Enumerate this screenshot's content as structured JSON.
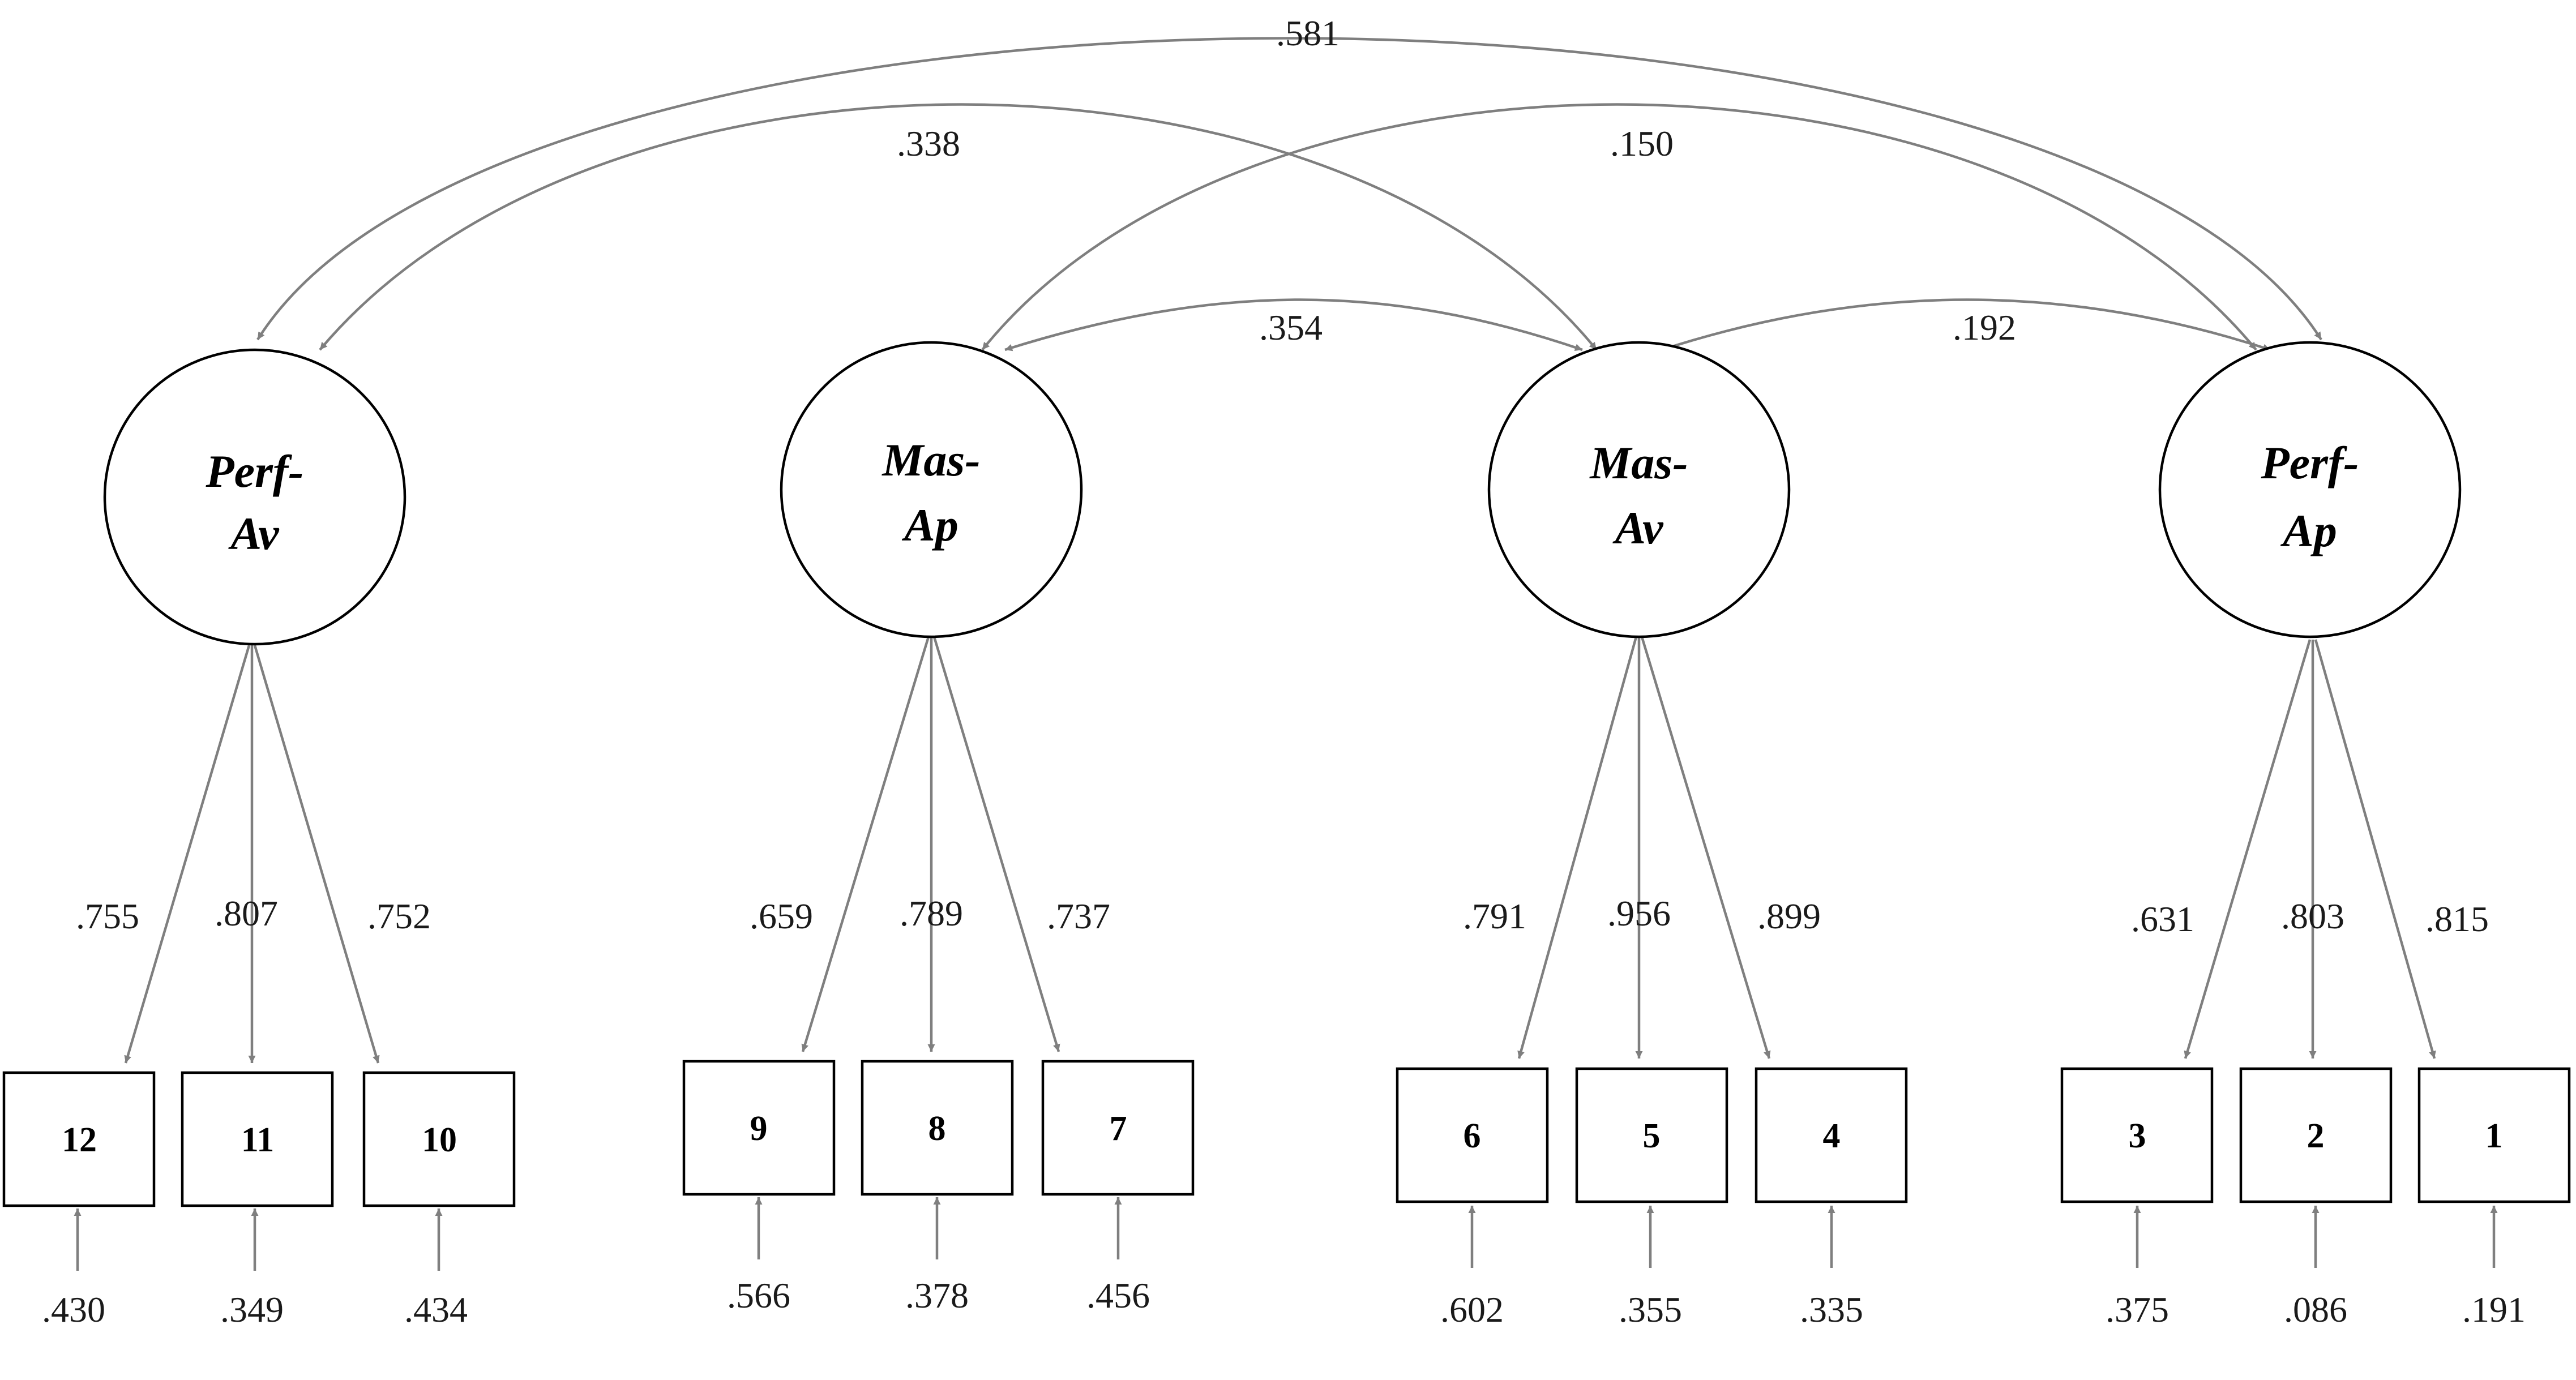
{
  "latents": [
    {
      "id": "perf-av",
      "label_top": "Perf-",
      "label_bottom": "Av"
    },
    {
      "id": "mas-ap",
      "label_top": "Mas-",
      "label_bottom": "Ap"
    },
    {
      "id": "mas-av",
      "label_top": "Mas-",
      "label_bottom": "Av"
    },
    {
      "id": "perf-ap",
      "label_top": "Perf-",
      "label_bottom": "Ap"
    }
  ],
  "indicators": [
    {
      "label": "12",
      "loading": ".755",
      "error": ".430"
    },
    {
      "label": "11",
      "loading": ".807",
      "error": ".349"
    },
    {
      "label": "10",
      "loading": ".752",
      "error": ".434"
    },
    {
      "label": "9",
      "loading": ".659",
      "error": ".566"
    },
    {
      "label": "8",
      "loading": ".789",
      "error": ".378"
    },
    {
      "label": "7",
      "loading": ".737",
      "error": ".456"
    },
    {
      "label": "6",
      "loading": ".791",
      "error": ".602"
    },
    {
      "label": "5",
      "loading": ".956",
      "error": ".355"
    },
    {
      "label": "4",
      "loading": ".899",
      "error": ".335"
    },
    {
      "label": "3",
      "loading": ".631",
      "error": ".375"
    },
    {
      "label": "2",
      "loading": ".803",
      "error": ".086"
    },
    {
      "label": "1",
      "loading": ".815",
      "error": ".191"
    }
  ],
  "correlations": [
    {
      "from": "perf-av",
      "to": "perf-ap",
      "value": ".581"
    },
    {
      "from": "perf-av",
      "to": "mas-av",
      "value": ".338"
    },
    {
      "from": "mas-ap",
      "to": "perf-ap",
      "value": ".150"
    },
    {
      "from": "mas-ap",
      "to": "mas-av",
      "value": ".354"
    },
    {
      "from": "mas-av",
      "to": "perf-ap",
      "value": ".192"
    }
  ],
  "colors": {
    "connector": "#7f7f7f",
    "outline": "#000000"
  }
}
